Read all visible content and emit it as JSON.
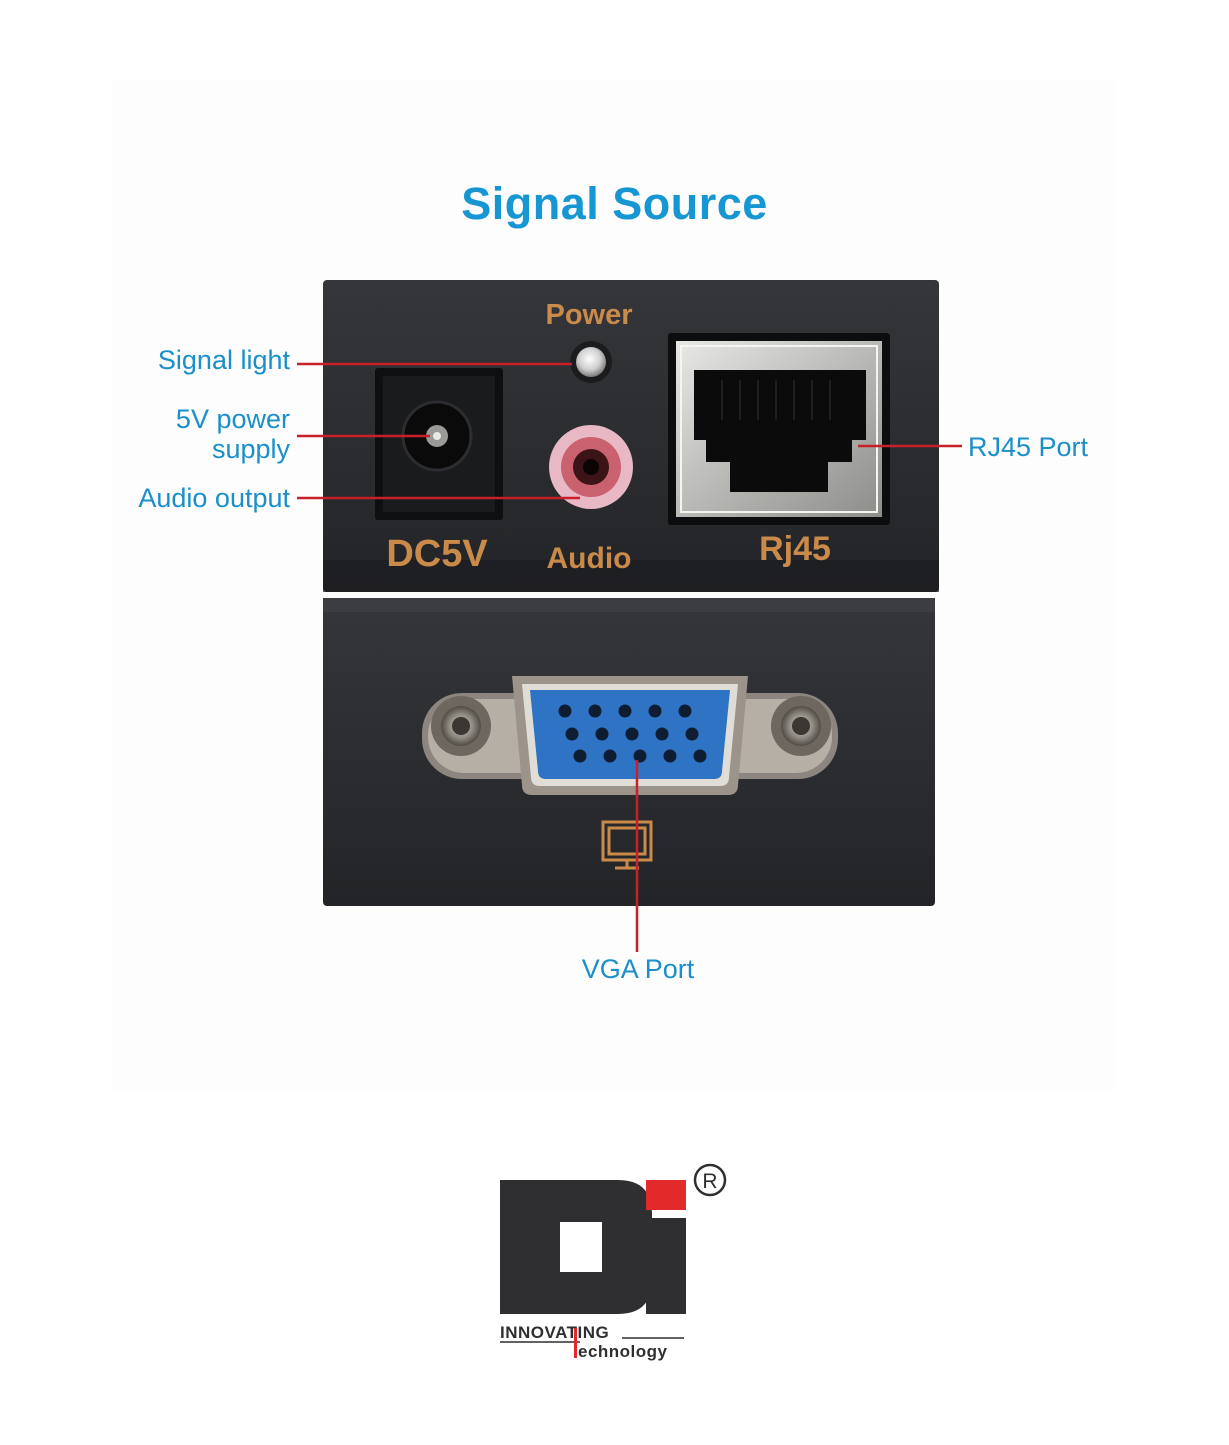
{
  "title": "Signal Source",
  "device": {
    "top_unit": {
      "power_label": "Power",
      "dc_label": "DC5V",
      "audio_label": "Audio",
      "rj45_label": "Rj45"
    },
    "vga_pin_rows": [
      5,
      5,
      5
    ]
  },
  "callouts": {
    "signal_light": "Signal light",
    "power_supply_line1": "5V power",
    "power_supply_line2": "supply",
    "audio_output": "Audio output",
    "rj45_port": "RJ45 Port",
    "vga_port": "VGA Port"
  },
  "logo": {
    "mark": "Di",
    "registered": "®",
    "tagline_top": "INNOVATING",
    "tagline_bottom": "Technology"
  },
  "colors": {
    "title": "#1696d2",
    "callout_text": "#1a8fc9",
    "leader_line": "#c8202a",
    "device_body": "#2a2c2f",
    "panel_label": "#c98a4a",
    "vga_blue": "#2f73c4",
    "logo_dark": "#2f2f31",
    "logo_red": "#e32a2a"
  }
}
